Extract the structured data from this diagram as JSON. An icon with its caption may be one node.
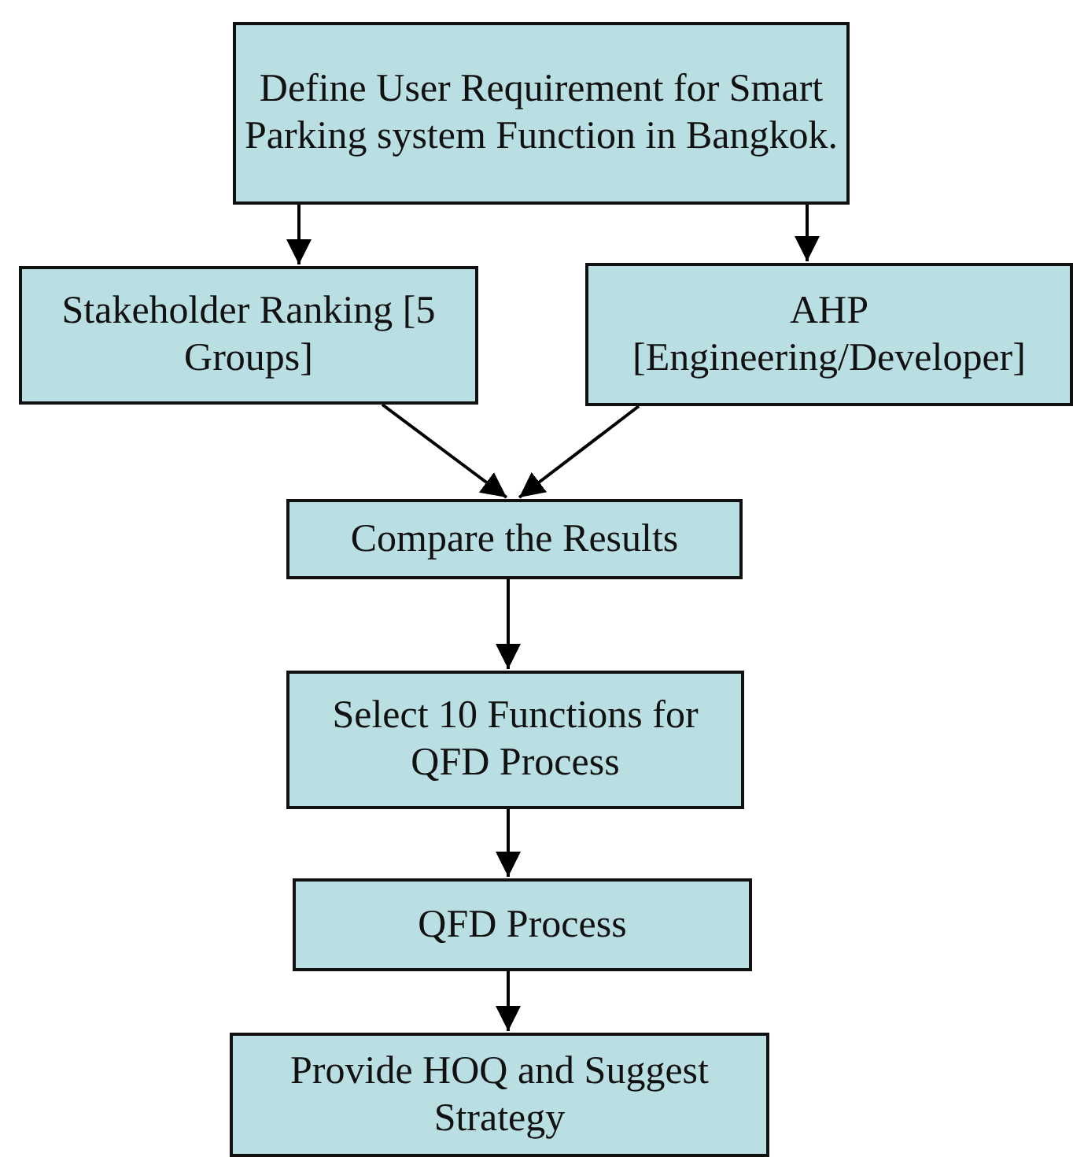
{
  "diagram": {
    "nodes": [
      {
        "text": [
          "Define User Requirement for Smart Parking system Function in Bangkok."
        ]
      },
      {
        "text": [
          "Stakeholder Ranking [5 Groups]"
        ]
      },
      {
        "text": [
          "AHP [Engineering/Developer]"
        ]
      },
      {
        "text": [
          "Compare the Results"
        ]
      },
      {
        "text": [
          "Select 10 Functions for QFD Process"
        ]
      },
      {
        "text": [
          "QFD Process"
        ]
      },
      {
        "text": [
          "Provide HOQ and Suggest Strategy"
        ]
      }
    ],
    "edges": [
      {
        "from": 0,
        "to": 1,
        "arrow": "to"
      },
      {
        "from": 0,
        "to": 2,
        "arrow": "to"
      },
      {
        "from": 1,
        "to": 3,
        "arrow": "to"
      },
      {
        "from": 2,
        "to": 3,
        "arrow": "to"
      },
      {
        "from": 3,
        "to": 4,
        "arrow": "to"
      },
      {
        "from": 4,
        "to": 5,
        "arrow": "to"
      },
      {
        "from": 5,
        "to": 6,
        "arrow": "to"
      }
    ]
  }
}
